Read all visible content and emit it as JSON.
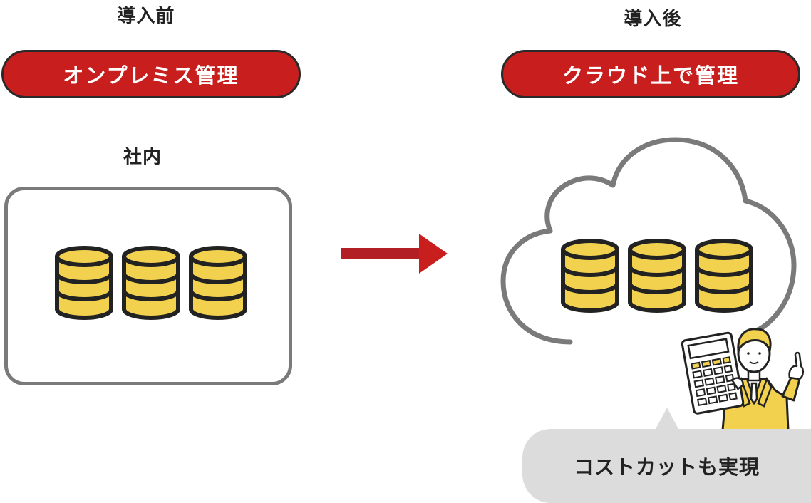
{
  "before": {
    "heading": "導入前",
    "pill_label": "オンプレミス管理",
    "location_label": "社内"
  },
  "after": {
    "heading": "導入後",
    "pill_label": "クラウド上で管理"
  },
  "speech_bubble": {
    "text": "コストカットも実現"
  },
  "icons": [
    "database-icon",
    "arrow-right-icon",
    "cloud-icon",
    "businessman-with-calculator-illustration"
  ],
  "colors": {
    "accent_red": "#c81e1e",
    "coin_yellow": "#f2d14e",
    "outline_dark": "#222222",
    "box_gray": "#7a7a7a",
    "bubble_gray": "#dcdcdc"
  }
}
